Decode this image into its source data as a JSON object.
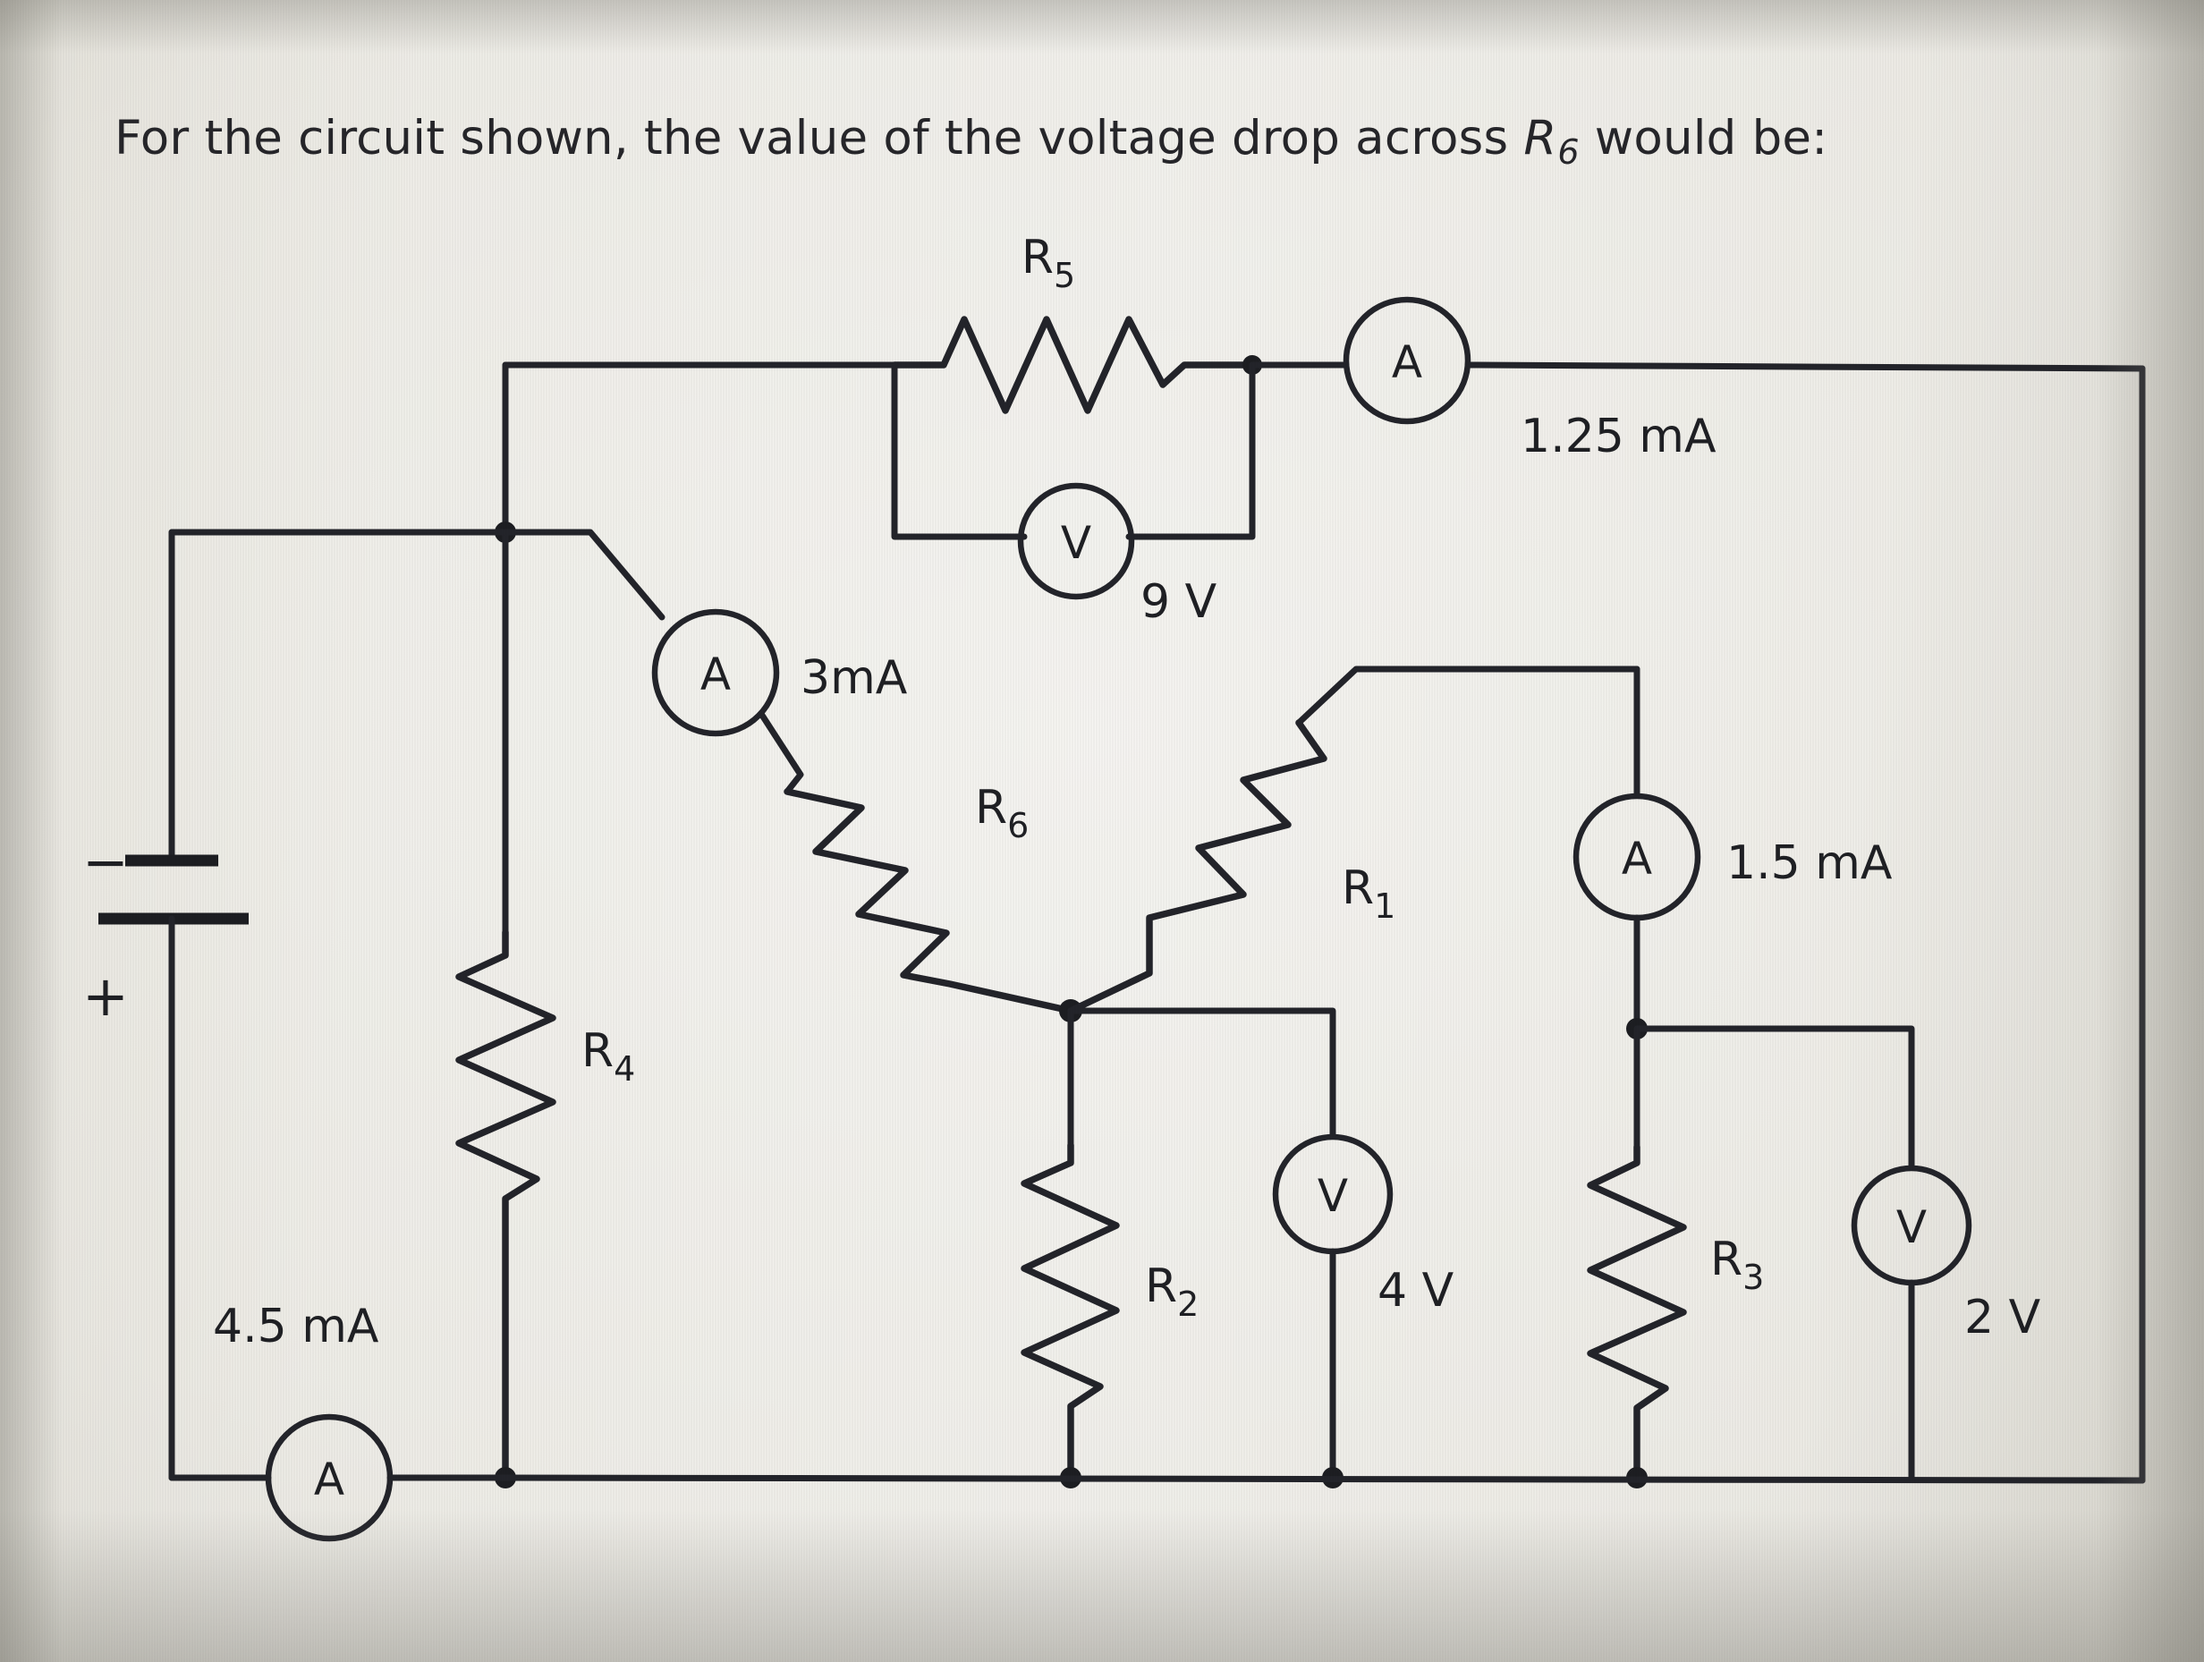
{
  "question": {
    "prefix": "For the circuit shown, the value of the voltage drop across ",
    "symbol": "R",
    "subscript": "6",
    "suffix": " would be:"
  },
  "circuit": {
    "title": "resistor-network-with-meters",
    "resistors": [
      {
        "id": "r5",
        "label": "R",
        "sub": "5",
        "orientation": "horizontal"
      },
      {
        "id": "r6",
        "label": "R",
        "sub": "6",
        "orientation": "diagonal"
      },
      {
        "id": "r1",
        "label": "R",
        "sub": "1",
        "orientation": "diagonal"
      },
      {
        "id": "r4",
        "label": "R",
        "sub": "4",
        "orientation": "vertical"
      },
      {
        "id": "r2",
        "label": "R",
        "sub": "2",
        "orientation": "vertical"
      },
      {
        "id": "r3",
        "label": "R",
        "sub": "3",
        "orientation": "vertical"
      }
    ],
    "ammeters": [
      {
        "id": "a-top-right",
        "glyph": "A",
        "reading": "1.25 mA"
      },
      {
        "id": "a-r6-branch",
        "glyph": "A",
        "reading": "3mA"
      },
      {
        "id": "a-r3-branch",
        "glyph": "A",
        "reading": "1.5 mA"
      },
      {
        "id": "a-source",
        "glyph": "A",
        "reading": "4.5 mA"
      }
    ],
    "voltmeters": [
      {
        "id": "v-across-r5",
        "glyph": "V",
        "reading": "9 V"
      },
      {
        "id": "v-across-r2",
        "glyph": "V",
        "reading": "4 V"
      },
      {
        "id": "v-across-r3",
        "glyph": "V",
        "reading": "2 V"
      }
    ],
    "battery": {
      "id": "dc-source",
      "negative_terminal": "−",
      "positive_terminal": "+"
    }
  },
  "colors": {
    "ink": "#23242a",
    "paper": "#e7e5dd",
    "text": "#26262a"
  }
}
